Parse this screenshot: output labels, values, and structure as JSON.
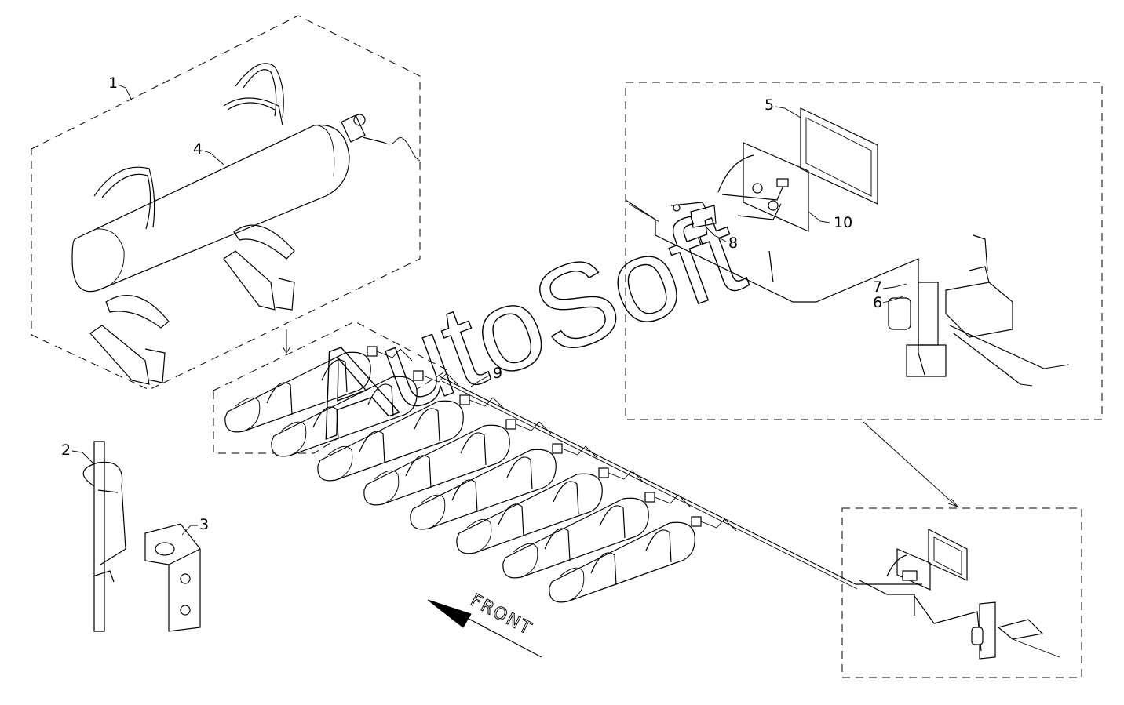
{
  "diagram": {
    "callouts": [
      {
        "id": "c1",
        "label": "1"
      },
      {
        "id": "c2",
        "label": "2"
      },
      {
        "id": "c3",
        "label": "3"
      },
      {
        "id": "c4",
        "label": "4"
      },
      {
        "id": "c5",
        "label": "5"
      },
      {
        "id": "c6",
        "label": "6"
      },
      {
        "id": "c7",
        "label": "7"
      },
      {
        "id": "c8",
        "label": "8"
      },
      {
        "id": "c9",
        "label": "9"
      },
      {
        "id": "c10",
        "label": "10"
      }
    ],
    "direction_label": "FRONT",
    "watermark": "AutoSoft",
    "cylinder_count": 8
  }
}
